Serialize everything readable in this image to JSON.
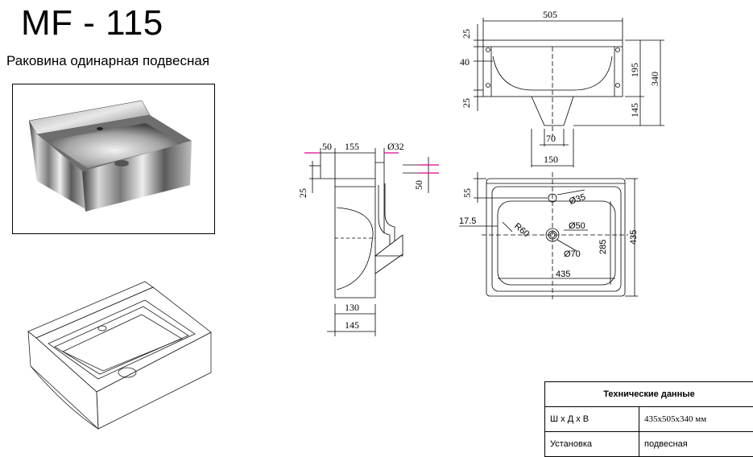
{
  "header": {
    "model": "MF - 115",
    "subtitle": "Раковина одинарная подвесная"
  },
  "side_view": {
    "dim_50_top": "50",
    "dim_155": "155",
    "dim_d32": "Ø32",
    "dim_25": "25",
    "dim_50_right": "50",
    "dim_130": "130",
    "dim_145": "145"
  },
  "front_view": {
    "dim_505": "505",
    "dim_25_top": "25",
    "dim_40": "40",
    "dim_25_bottom": "25",
    "dim_195": "195",
    "dim_340": "340",
    "dim_145": "145",
    "dim_70": "70",
    "dim_150": "150"
  },
  "top_view": {
    "dim_55": "55",
    "dim_d35": "Ø35",
    "dim_17_5": "17.5",
    "dim_r60": "R60",
    "dim_d50": "Ø50",
    "dim_d70": "Ø70",
    "dim_285": "285",
    "dim_435_right": "435",
    "dim_435_bottom": "435"
  },
  "specs": {
    "title": "Технические данные",
    "rows": [
      {
        "label": "Ш х Д х В",
        "value": "435x505x340 мм"
      },
      {
        "label": "Установка",
        "value": "подвесная"
      }
    ]
  }
}
